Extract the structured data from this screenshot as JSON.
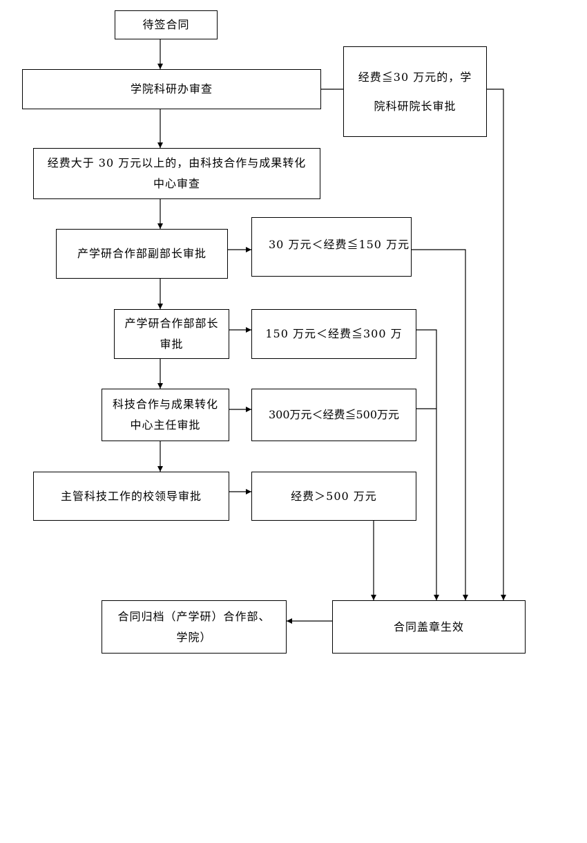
{
  "nodes": {
    "pending": "待签合同",
    "college_office": "学院科研办审查",
    "college_dean": "经费≦30 万元的，学院科研院长审批",
    "center_review": "经费大于  30  万元以上的，由科技合作与成果转化中心审查",
    "vice_head": "产学研合作部副部长审批",
    "budget_30_150": "30 万元＜经费≦150 万元",
    "dept_head": "产学研合作部部长审批",
    "budget_150_300": "150 万元＜经费≦300 万",
    "center_director": "科技合作与成果转化中心主任审批",
    "budget_300_500": "300万元＜经费≦500万元",
    "school_leader": "主管科技工作的校领导审批",
    "budget_over_500": "经费＞500 万元",
    "archive": "合同归档（产学研）合作部、学院）",
    "seal": "合同盖章生效"
  }
}
